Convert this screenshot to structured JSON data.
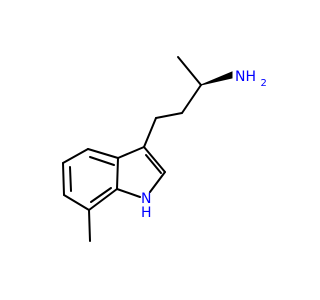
{
  "molecule": {
    "atoms": {
      "amine": {
        "label": "NH",
        "subscript": "2"
      },
      "indole_nh": {
        "label": "H",
        "subscript": "",
        "n_label": "N"
      }
    },
    "colors": {
      "bond": "#000000",
      "nitrogen": "#0000ff",
      "background": "#ffffff"
    }
  }
}
